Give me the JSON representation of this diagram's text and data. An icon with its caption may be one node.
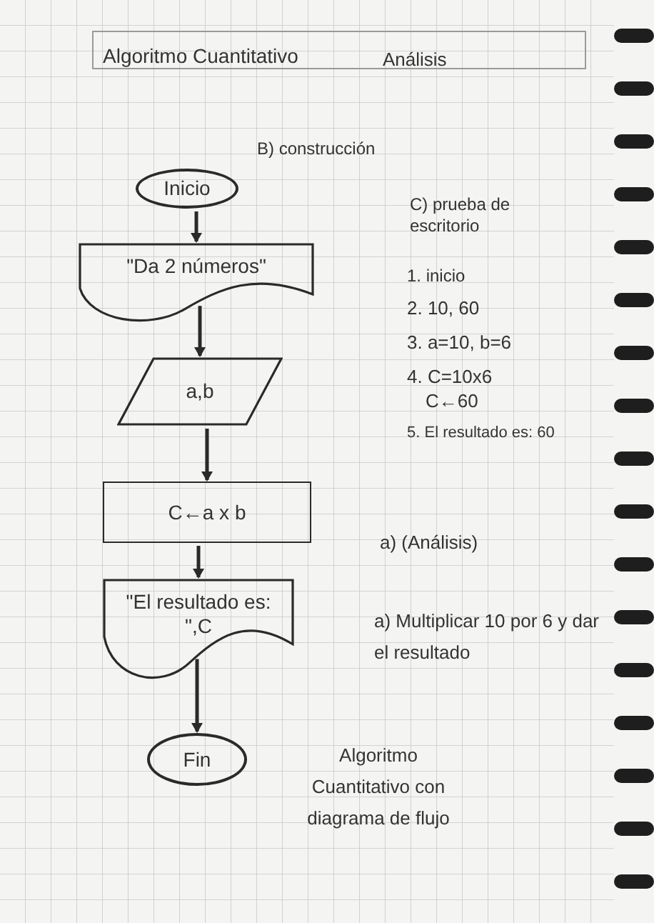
{
  "diagram": {
    "title": "Algoritmo Cuantitativo",
    "nodes": [
      {
        "text": [
          "Inicio"
        ]
      },
      {
        "text": [
          "\"Da 2 números\""
        ]
      },
      {
        "text": [
          "a,b"
        ]
      },
      {
        "text": [
          "C←a x b"
        ]
      },
      {
        "text": [
          "\"El resultado es: \",C"
        ]
      },
      {
        "text": [
          "Fin"
        ]
      }
    ],
    "edges": [
      {
        "from": 0,
        "to": 1,
        "arrow": "to"
      },
      {
        "from": 1,
        "to": 2,
        "arrow": "to"
      },
      {
        "from": 2,
        "to": 3,
        "arrow": "to"
      },
      {
        "from": 3,
        "to": 4,
        "arrow": "to"
      },
      {
        "from": 4,
        "to": 5,
        "arrow": "to"
      }
    ],
    "labels": [
      "Análisis",
      "B) construcción",
      "C) prueba de escritorio",
      "1. inicio",
      "2. 10, 60",
      "3. a=10, b=6",
      "4. C=10x6",
      "C←60",
      "5. El resultado es: 60",
      "a) (Análisis)",
      "a) Multiplicar 10 por 6 y dar el resultado",
      "Algoritmo Cuantitativo con diagrama de flujo"
    ]
  }
}
